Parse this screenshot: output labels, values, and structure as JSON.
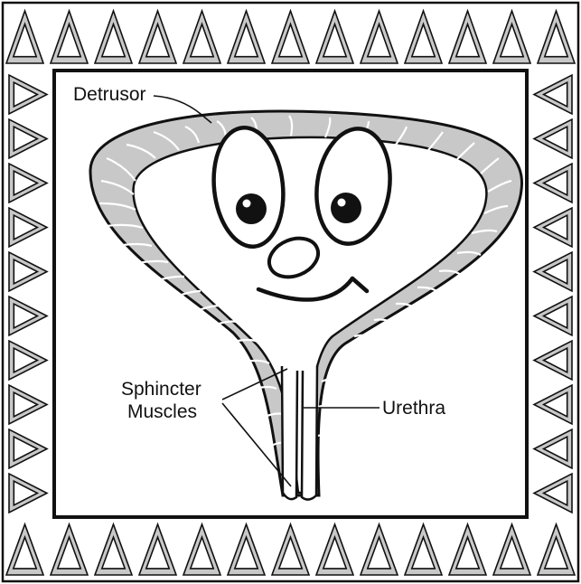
{
  "diagram": {
    "labels": {
      "detrusor": "Detrusor",
      "sphincter_line1": "Sphincter",
      "sphincter_line2": "Muscles",
      "urethra": "Urethra"
    },
    "colors": {
      "outline": "#111111",
      "muscle_fill": "#c8c8c8",
      "muscle_fibers": "#ffffff",
      "background": "#ffffff"
    }
  }
}
